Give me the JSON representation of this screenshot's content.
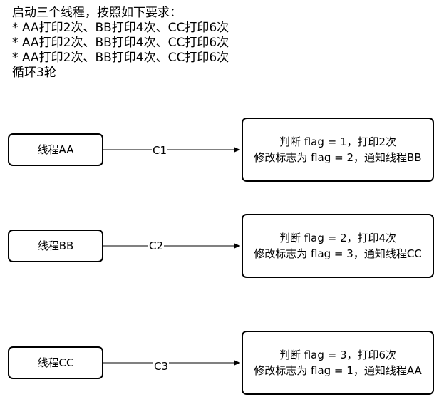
{
  "header": {
    "line1": "启动三个线程，按照如下要求：",
    "line2": "* AA打印2次、BB打印4次、CC打印6次",
    "line3": "* AA打印2次、BB打印4次、CC打印6次",
    "line4": "* AA打印2次、BB打印4次、CC打印6次",
    "line5": "循环3轮"
  },
  "rows": [
    {
      "thread": "线程AA",
      "edge": "C1",
      "action_line1": "判断 flag = 1，打印2次",
      "action_line2": "修改标志为 flag = 2，通知线程BB"
    },
    {
      "thread": "线程BB",
      "edge": "C2",
      "action_line1": "判断 flag = 2，打印4次",
      "action_line2": "修改标志为 flag = 3，通知线程CC"
    },
    {
      "thread": "线程CC",
      "edge": "C3",
      "action_line1": "判断 flag = 3，打印6次",
      "action_line2": "修改标志为 flag = 1，通知线程AA"
    }
  ]
}
